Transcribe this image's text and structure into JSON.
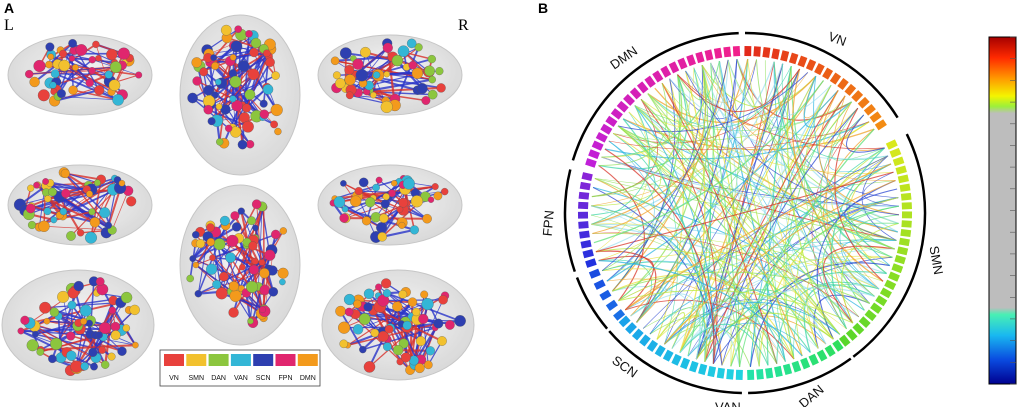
{
  "panels": {
    "a_label": "A",
    "b_label": "B",
    "left_label": "L",
    "right_label": "R"
  },
  "networks": [
    {
      "key": "VN",
      "name": "VN",
      "color": "#e8413c"
    },
    {
      "key": "SMN",
      "name": "SMN",
      "color": "#f2c12e"
    },
    {
      "key": "DAN",
      "name": "DAN",
      "color": "#8cc63e"
    },
    {
      "key": "VAN",
      "name": "VAN",
      "color": "#33b6d6"
    },
    {
      "key": "SCN",
      "name": "SCN",
      "color": "#2e3fb0"
    },
    {
      "key": "FPN",
      "name": "FPN",
      "color": "#e0266e"
    },
    {
      "key": "DMN",
      "name": "DMN",
      "color": "#f39a1c"
    }
  ],
  "circle_labels": [
    "VN",
    "SMN",
    "DAN",
    "VAN",
    "SCN",
    "FPN",
    "DMN"
  ],
  "colors": {
    "edge_positive": "#d7302b",
    "edge_negative": "#2a35c9",
    "brain_fill": "#d9d9d9",
    "colorbar_mid": "#bdbdbd"
  }
}
